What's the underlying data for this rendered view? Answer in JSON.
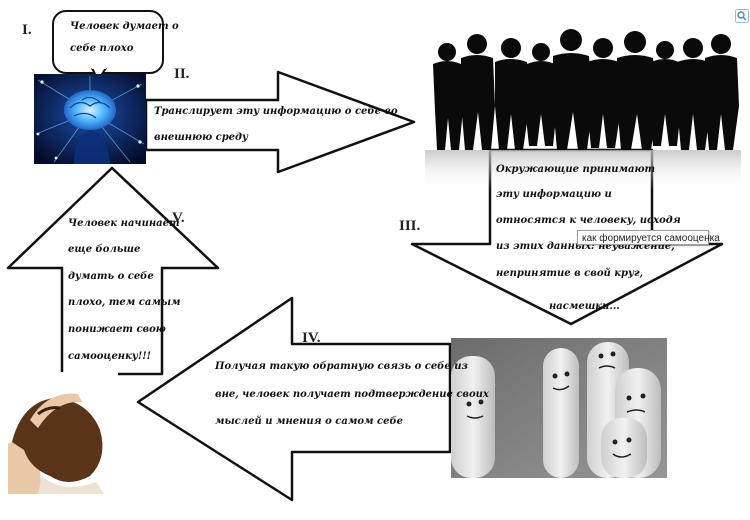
{
  "steps": {
    "I": {
      "numeral": "I.",
      "text": [
        "Человек думает о",
        "себе плохо"
      ]
    },
    "II": {
      "numeral": "II.",
      "text": [
        "Транслирует эту информацию о себе во",
        "внешнюю среду"
      ]
    },
    "III": {
      "numeral": "III.",
      "text": [
        "Окружающие принимают",
        "эту информацию и",
        "относятся к человеку, исходя",
        "из этих данных: неуважение,",
        "непринятие в свой круг,",
        "насмешки..."
      ]
    },
    "IV": {
      "numeral": "IV.",
      "text": [
        "Получая такую обратную связь о себе из",
        "вне, человек получает подтверждение своих",
        "мыслей и мнения о самом себе"
      ]
    },
    "V": {
      "numeral": "V.",
      "text": [
        "Человек начинает",
        "еще больше",
        "думать о себе",
        "плохо, тем самым",
        "понижает свою",
        "самооценку!!!"
      ]
    }
  },
  "tooltip": "как формируется самооценка",
  "images": {
    "brain": "glowing-brain-head",
    "crowd": "crowd-silhouettes",
    "fingers": "finger-faces-photo",
    "man": "man-holding-head"
  },
  "icons": {
    "corner": "zoom-icon"
  },
  "colors": {
    "stroke": "#111111",
    "brain_bg": "#0b1a4a",
    "brain_glow": "#4fb6ff"
  }
}
